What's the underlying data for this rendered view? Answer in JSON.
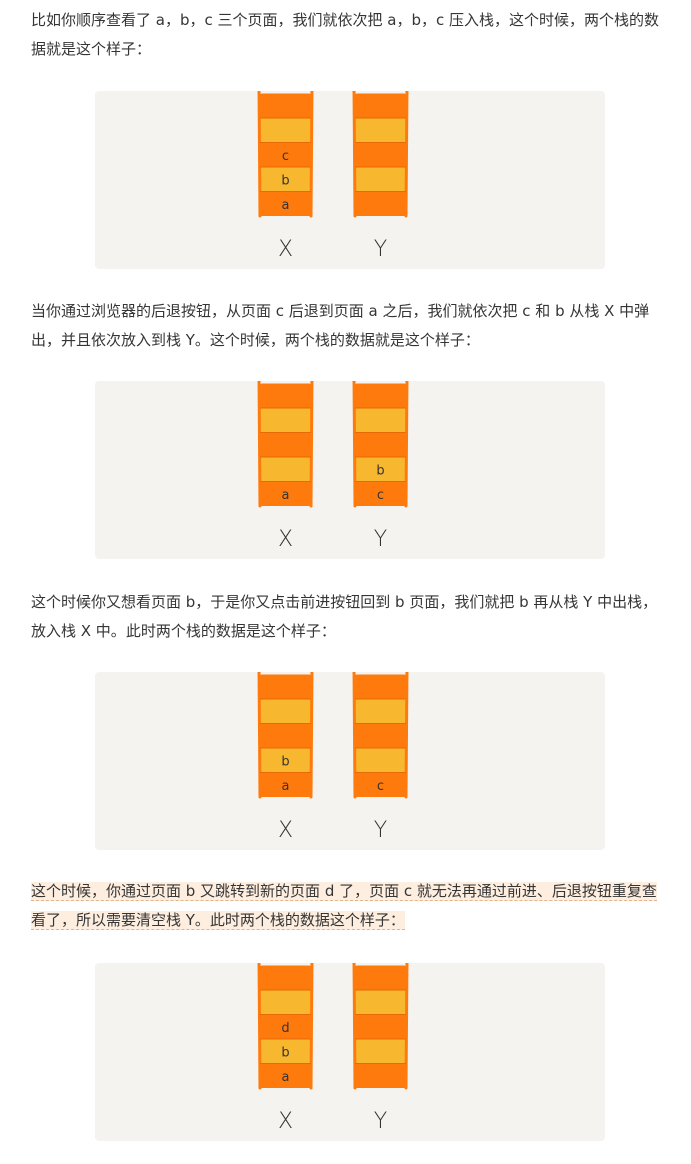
{
  "paragraphs": [
    {
      "text": "比如你顺序查看了 a，b，c 三个页面，我们就依次把 a，b，c 压入栈，这个时候，两个栈的数据就是这个样子："
    },
    {
      "text": "当你通过浏览器的后退按钮，从页面 c 后退到页面 a 之后，我们就依次把 c 和 b 从栈 X 中弹出，并且依次放入到栈 Y。这个时候，两个栈的数据就是这个样子："
    },
    {
      "text": "这个时候你又想看页面 b，于是你又点击前进按钮回到 b 页面，我们就把 b 再从栈 Y 中出栈，放入栈 X 中。此时两个栈的数据是这个样子："
    },
    {
      "text": "这个时候，你通过页面 b 又跳转到新的页面 d 了，页面 c 就无法再通过前进、后退按钮重复查看了，所以需要清空栈 Y。此时两个栈的数据这个样子："
    }
  ],
  "figures": [
    {
      "stacks": [
        {
          "label": "X",
          "items": [
            "a",
            "b",
            "c"
          ]
        },
        {
          "label": "Y",
          "items": []
        }
      ]
    },
    {
      "stacks": [
        {
          "label": "X",
          "items": [
            "a"
          ]
        },
        {
          "label": "Y",
          "items": [
            "c",
            "b"
          ]
        }
      ]
    },
    {
      "stacks": [
        {
          "label": "X",
          "items": [
            "a",
            "b"
          ]
        },
        {
          "label": "Y",
          "items": [
            "c"
          ]
        }
      ]
    },
    {
      "stacks": [
        {
          "label": "X",
          "items": [
            "a",
            "b",
            "d"
          ]
        },
        {
          "label": "Y",
          "items": []
        }
      ]
    }
  ],
  "colors": {
    "slot_orange": "#fe7a0c",
    "slot_yellow": "#f7b72f",
    "text": "#353535",
    "figure_bg": "#f4f3ef",
    "highlight": "#fdeee0"
  }
}
